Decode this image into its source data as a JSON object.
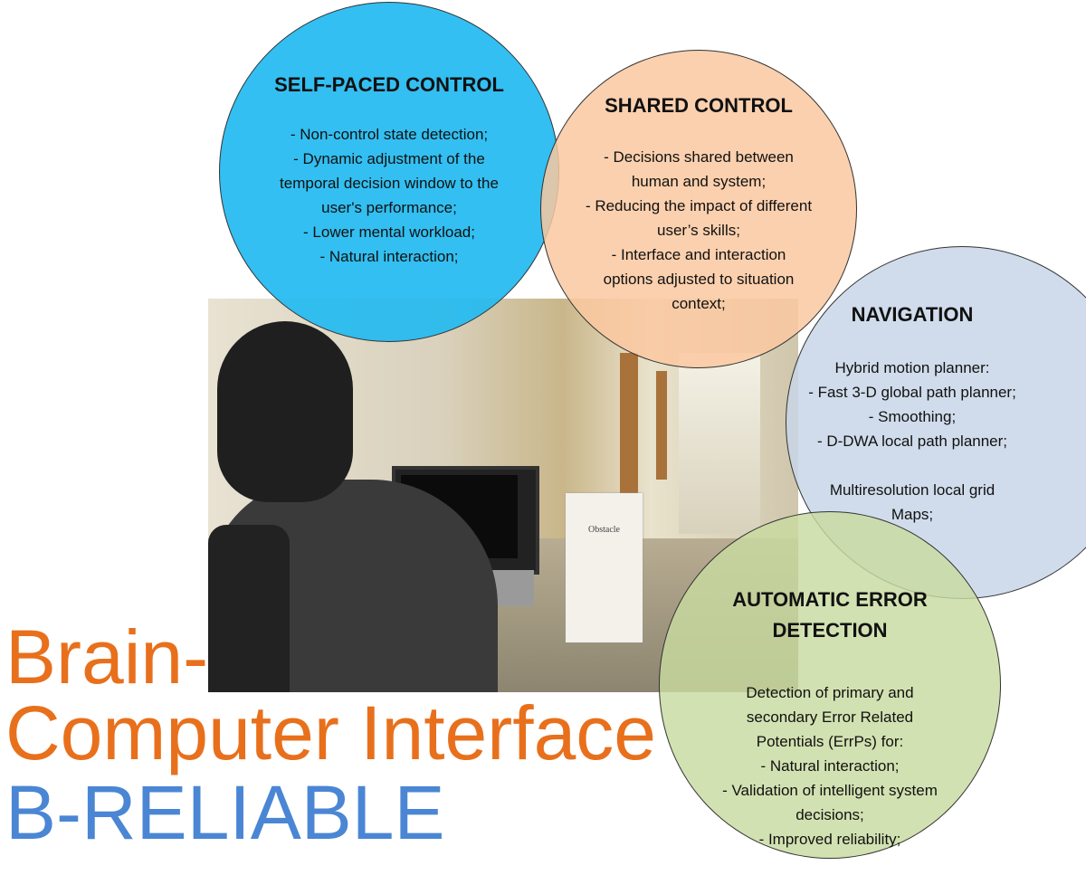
{
  "photo": {
    "sign_text": "Obstacle"
  },
  "circles": [
    {
      "title": "SELF-PACED CONTROL",
      "lines": [
        "- Non-control state detection;",
        "- Dynamic adjustment of the",
        "temporal decision window to the",
        "user's performance;",
        "- Lower mental workload;",
        "- Natural interaction;"
      ],
      "color": "#23baf0"
    },
    {
      "title": "SHARED CONTROL",
      "lines": [
        "-  Decisions shared between",
        "human and system;",
        "- Reducing the impact of different",
        "user’s skills;",
        "-  Interface  and interaction",
        "options adjusted to situation",
        "context;"
      ],
      "color": "#fac8a0"
    },
    {
      "title": "NAVIGATION",
      "lines": [
        "Hybrid motion planner:",
        "- Fast 3-D global path planner;",
        "- Smoothing;",
        "- D-DWA local path planner;",
        "",
        "Multiresolution local grid",
        "Maps;"
      ],
      "color": "#c8d6e8"
    },
    {
      "title_lines": [
        "AUTOMATIC ERROR",
        "DETECTION"
      ],
      "lines": [
        "Detection of primary and",
        "secondary Error Related",
        "Potentials (ErrPs) for:",
        "- Natural interaction;",
        "- Validation of intelligent system",
        "decisions;",
        "- Improved reliability;"
      ],
      "color": "#c8daa0"
    }
  ],
  "headline": {
    "line1": "Brain-",
    "line2": "Computer Interface",
    "line3": "B-RELIABLE",
    "orange": "#e8701c",
    "blue": "#4a86d4"
  }
}
